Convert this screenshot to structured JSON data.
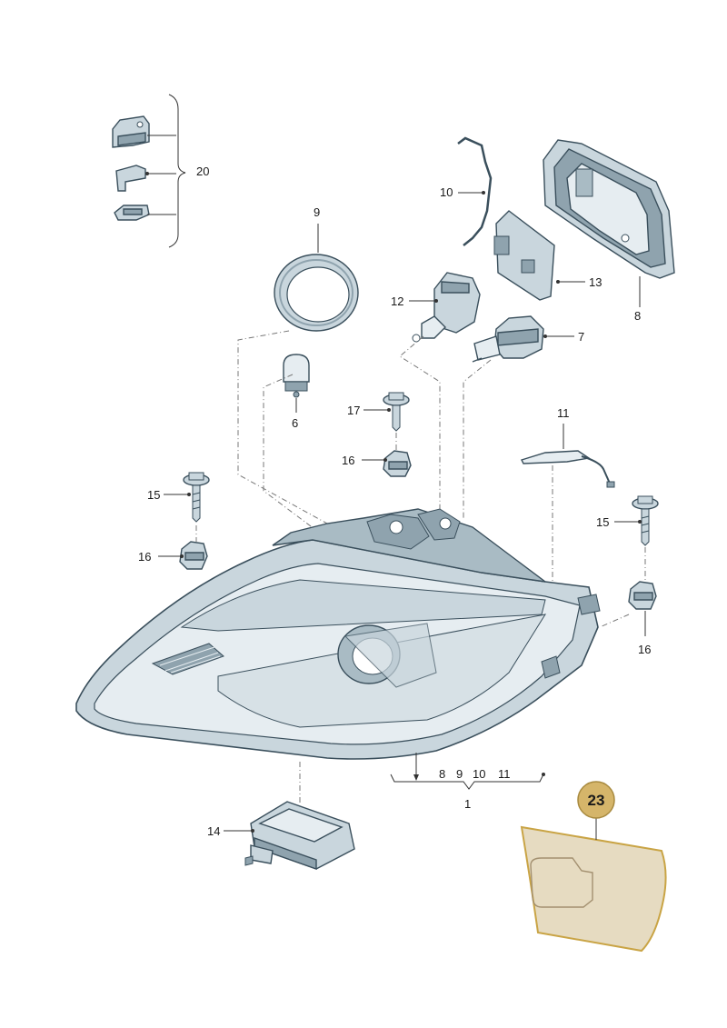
{
  "labels": {
    "l20": "20",
    "l10": "10",
    "l9": "9",
    "l12": "12",
    "l13": "13",
    "l8": "8",
    "l7": "7",
    "l6": "6",
    "l17": "17",
    "l16a": "16",
    "l11": "11",
    "l15a": "15",
    "l16b": "16",
    "l15b": "15",
    "l16c": "16",
    "group_8": "8",
    "group_9": "9",
    "group_10": "10",
    "group_11": "11",
    "l1": "1",
    "l14": "14"
  },
  "badge": {
    "number": "23"
  },
  "colors": {
    "badge_fill": "#d5b56a",
    "badge_stroke": "#a88a3f",
    "highlight_fill": "#e6dbc1",
    "highlight_stroke": "#c9a445",
    "part_fill": "#c9d6dd",
    "part_stroke": "#3a4f5c"
  }
}
